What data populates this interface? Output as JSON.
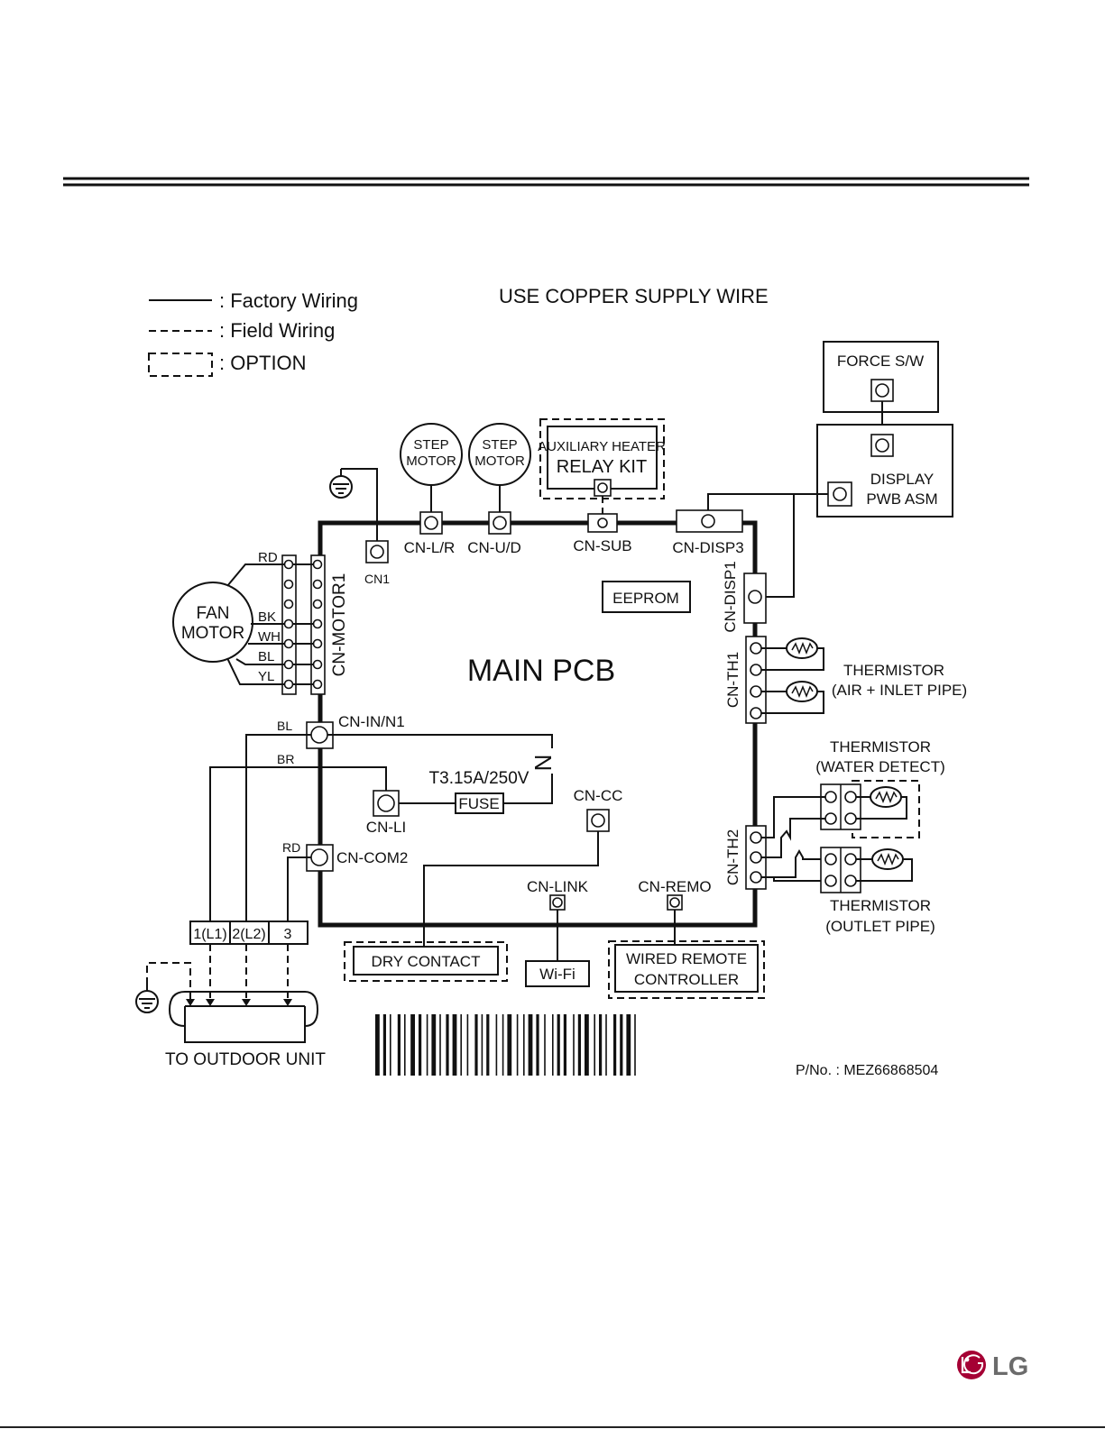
{
  "legend": {
    "factory": ": Factory Wiring",
    "field": ": Field Wiring",
    "option": ": OPTION"
  },
  "header_note": "USE COPPER SUPPLY WIRE",
  "components": {
    "force_sw": "FORCE S/W",
    "display_1": "DISPLAY",
    "display_2": "PWB ASM",
    "step_motor_1": "STEP",
    "step_motor_2": "MOTOR",
    "aux_heater_1": "AUXILIARY HEATER",
    "aux_heater_2": "RELAY KIT",
    "eeprom": "EEPROM",
    "main_pcb": "MAIN PCB",
    "fan_motor_1": "FAN",
    "fan_motor_2": "MOTOR",
    "fuse_rating": "T3.15A/250V",
    "fuse": "FUSE",
    "dry_contact": "DRY CONTACT",
    "wifi": "Wi-Fi",
    "wired_remote_1": "WIRED REMOTE",
    "wired_remote_2": "CONTROLLER",
    "outdoor_unit": "TO OUTDOOR UNIT",
    "thermistor_1a": "THERMISTOR",
    "thermistor_1b": "(AIR + INLET PIPE)",
    "thermistor_2a": "THERMISTOR",
    "thermistor_2b": "(WATER DETECT)",
    "thermistor_3a": "THERMISTOR",
    "thermistor_3b": "(OUTLET PIPE)",
    "part_number": "P/No. : MEZ66868504",
    "coil": "N"
  },
  "connectors": {
    "cn1": "CN1",
    "cn_lr": "CN-L/R",
    "cn_ud": "CN-U/D",
    "cn_sub": "CN-SUB",
    "cn_disp3": "CN-DISP3",
    "cn_disp1": "CN-DISP1",
    "cn_th1": "CN-TH1",
    "cn_th2": "CN-TH2",
    "cn_motor1": "CN-MOTOR1",
    "cn_in_n1": "CN-IN/N1",
    "cn_li": "CN-LI",
    "cn_com2": "CN-COM2",
    "cn_cc": "CN-CC",
    "cn_link": "CN-LINK",
    "cn_remo": "CN-REMO"
  },
  "wire_colors": [
    "RD",
    "BK",
    "WH",
    "BL",
    "YL"
  ],
  "power_wires": {
    "bl": "BL",
    "br": "BR",
    "rd": "RD"
  },
  "terminals": [
    "1(L1)",
    "2(L2)",
    "3"
  ],
  "logo": "LG",
  "colors": {
    "logo_red": "#a50034",
    "line": "#111111"
  }
}
